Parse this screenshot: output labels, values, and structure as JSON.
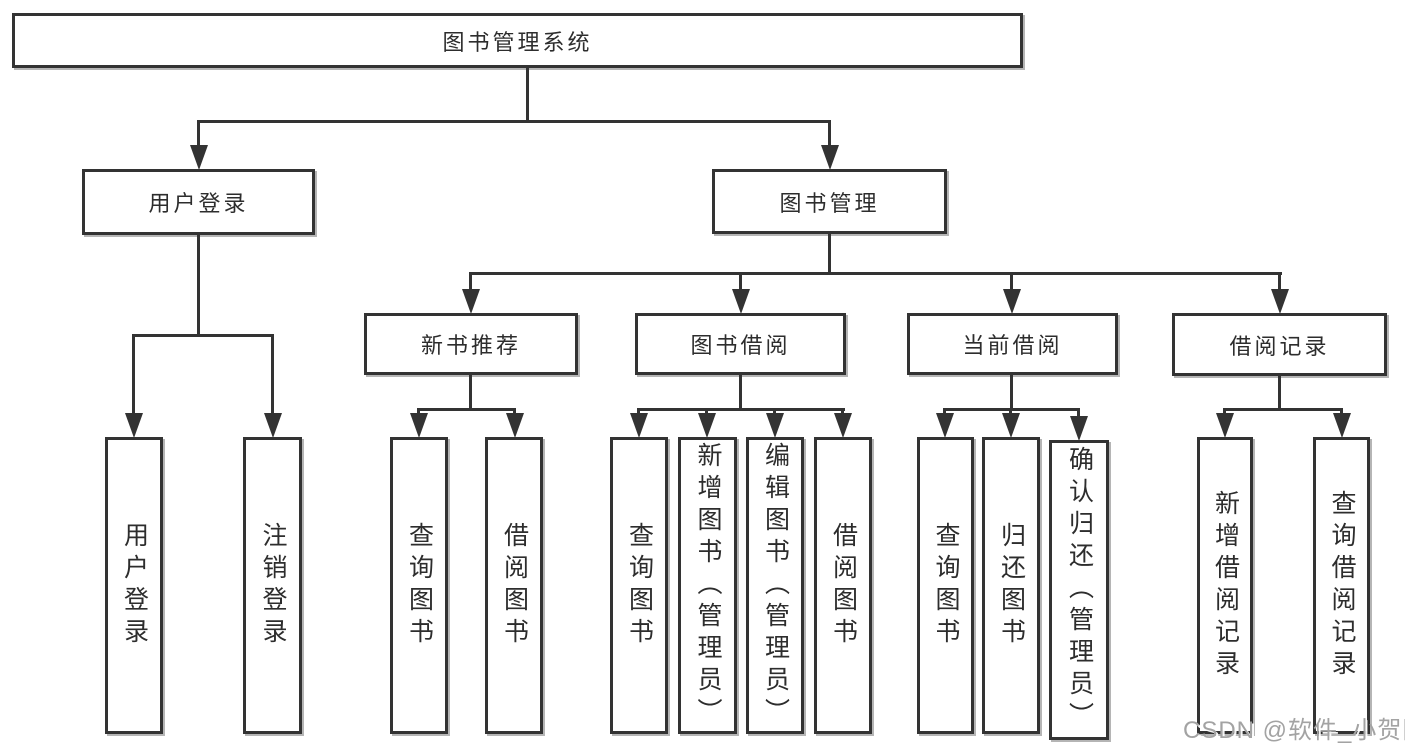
{
  "diagram": {
    "root": {
      "label": "图书管理系统"
    },
    "branches": [
      {
        "label": "用户登录",
        "children": [
          {
            "label": "用户登录"
          },
          {
            "label": "注销登录"
          }
        ]
      },
      {
        "label": "图书管理",
        "children": [
          {
            "label": "新书推荐",
            "children": [
              {
                "label": "查询图书"
              },
              {
                "label": "借阅图书"
              }
            ]
          },
          {
            "label": "图书借阅",
            "children": [
              {
                "label": "查询图书"
              },
              {
                "label": "新增图书（管理员）"
              },
              {
                "label": "编辑图书（管理员）"
              },
              {
                "label": "借阅图书"
              }
            ]
          },
          {
            "label": "当前借阅",
            "children": [
              {
                "label": "查询图书"
              },
              {
                "label": "归还图书"
              },
              {
                "label": "确认归还（管理员）"
              }
            ]
          },
          {
            "label": "借阅记录",
            "children": [
              {
                "label": "新增借阅记录"
              },
              {
                "label": "查询借阅记录"
              }
            ]
          }
        ]
      }
    ]
  },
  "watermark": {
    "text": "CSDN @软件_小贺同学"
  },
  "colors": {
    "line": "#333333",
    "text": "#2d2d2d",
    "watermark": "#a3a3a3",
    "background": "#ffffff"
  }
}
